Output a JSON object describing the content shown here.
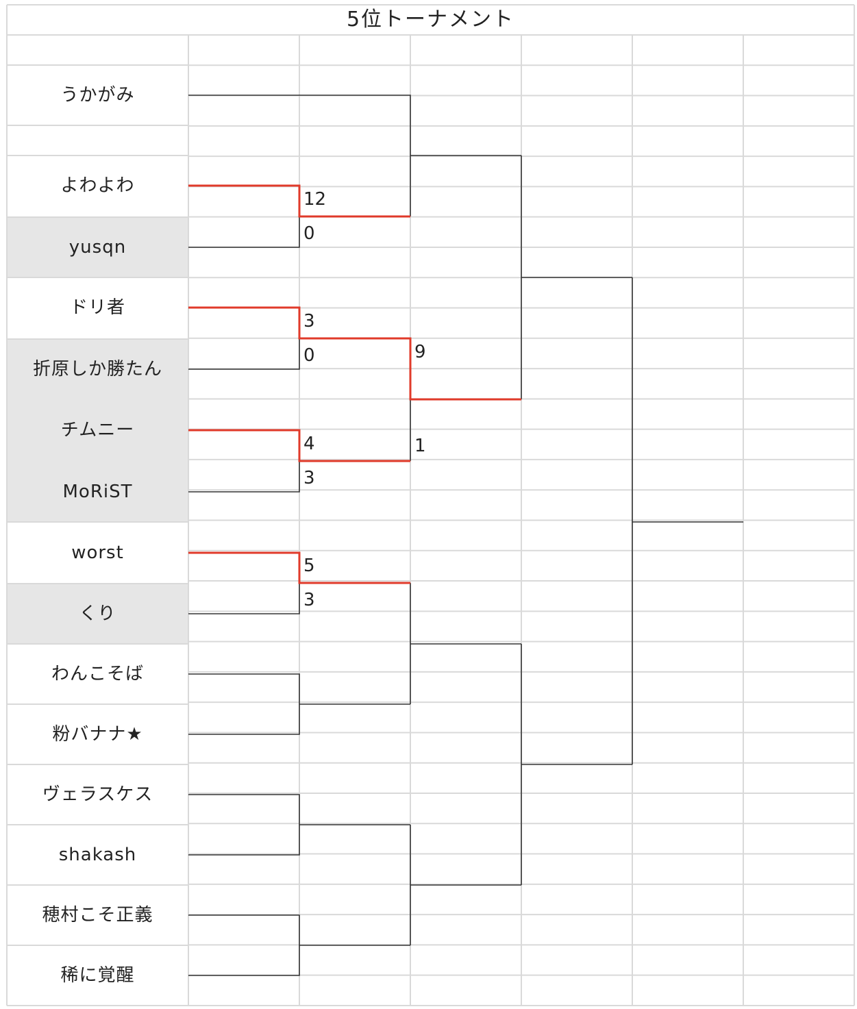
{
  "title": "5位トーナメント",
  "players": [
    "うかがみ",
    "よわよわ",
    "yusqn",
    "ドリ者",
    "折原しか勝たん",
    "チムニー",
    "MoRiST",
    "worst",
    "くり",
    "わんこそば",
    "粉バナナ★",
    "ヴェラスケス",
    "shakash",
    "穂村こそ正義",
    "稀に覚醒"
  ],
  "scores": {
    "yowayowa_vs_yusqn": [
      "12",
      "0"
    ],
    "dorisha_vs_orihara": [
      "3",
      "0"
    ],
    "chimney_vs_morist": [
      "4",
      "3"
    ],
    "round2_dorisha_vs_chimney": [
      "9",
      "1"
    ],
    "worst_vs_kuri": [
      "5",
      "3"
    ]
  },
  "colors": {
    "winner_line": "#e03a2a",
    "line": "#333333",
    "grid": "#d9d9d9",
    "eliminated_fill": "#e6e6e6"
  }
}
